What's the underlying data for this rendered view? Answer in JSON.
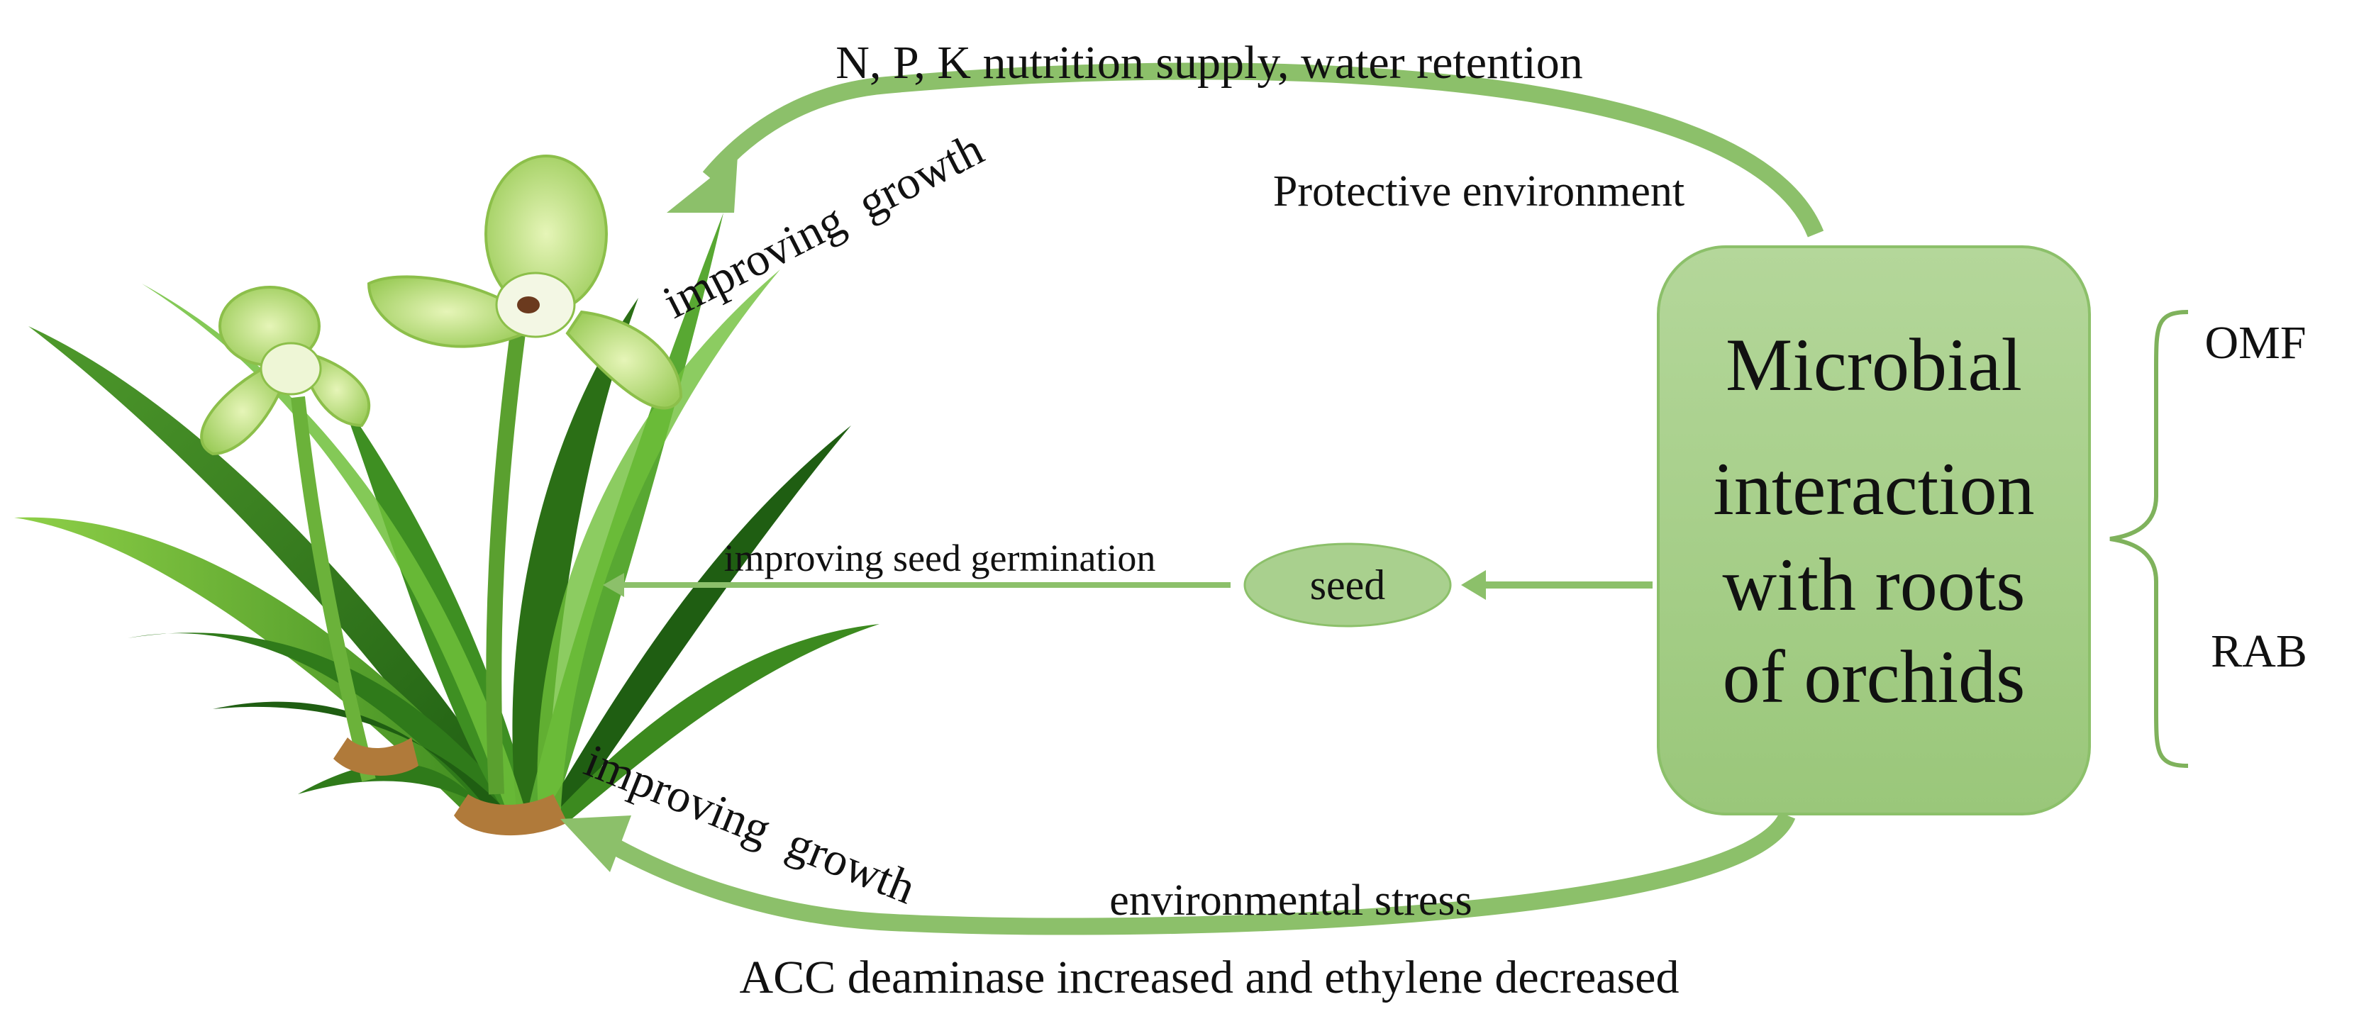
{
  "colors": {
    "box_fill": "#a9d08e",
    "box_stroke": "#7fb25c",
    "arrow": "#8cc06a",
    "arrow_light": "#b5d89a",
    "seed_fill": "#a9d08e",
    "text": "#111111"
  },
  "top_label": "N, P, K nutrition supply, water retention",
  "top_sub_label": "Protective environment",
  "top_arrow_label": "improving  growth",
  "middle_arrow_label": "improving seed germination",
  "seed_label": "seed",
  "box_lines": [
    "Microbial",
    "interaction",
    "with roots",
    "of orchids"
  ],
  "brace_top": "OMF",
  "brace_bottom": "RAB",
  "bottom_arrow_label": "improving  growth",
  "bottom_sub_label": "environmental stress",
  "bottom_label": "ACC deaminase increased and ethylene decreased",
  "icons": {
    "plant": "orchid-plant-illustration"
  }
}
